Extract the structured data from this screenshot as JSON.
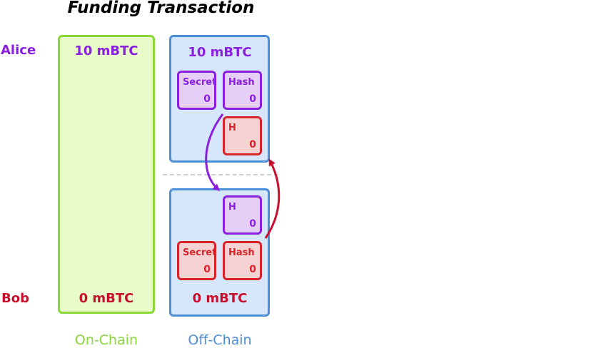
{
  "title": "Funding Transaction",
  "parties": {
    "alice": "Alice",
    "bob": "Bob"
  },
  "on_chain": {
    "label": "On-Chain",
    "alice_amount": "10 mBTC",
    "bob_amount": "0 mBTC"
  },
  "off_chain": {
    "label": "Off-Chain",
    "alice_amount": "10 mBTC",
    "bob_amount": "0 mBTC",
    "alice_boxes": [
      {
        "label": "Secret",
        "value": "0"
      },
      {
        "label": "Hash",
        "value": "0"
      },
      {
        "label": "H",
        "value": "0"
      }
    ],
    "bob_boxes": [
      {
        "label": "H",
        "value": "0"
      },
      {
        "label": "Secret",
        "value": "0"
      },
      {
        "label": "Hash",
        "value": "0"
      }
    ]
  },
  "colors": {
    "alice": "#8b1fe0",
    "bob": "#c8102e",
    "on_chain": "#88d637",
    "off_chain": "#4a8fd8"
  }
}
